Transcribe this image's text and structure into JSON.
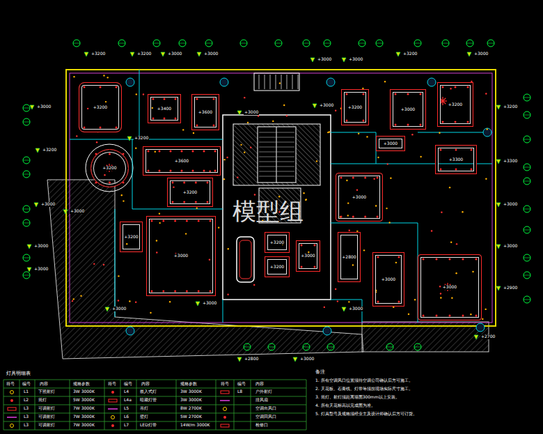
{
  "diagram": {
    "nodes": [
      {
        "text": [
          "+3200"
        ]
      },
      {
        "text": [
          "+3400"
        ]
      },
      {
        "text": [
          "+3600"
        ]
      },
      {
        "text": [
          "+3200"
        ]
      },
      {
        "text": [
          "+3000"
        ]
      },
      {
        "text": [
          "+3200"
        ]
      },
      {
        "text": [
          "+3600"
        ]
      },
      {
        "text": [
          "+3200"
        ]
      },
      {
        "text": [
          "+3000"
        ]
      },
      {
        "text": [
          "+3200"
        ]
      },
      {
        "text": [
          "+3000"
        ]
      },
      {
        "text": [
          "+3300"
        ]
      },
      {
        "text": [
          "+3000"
        ]
      },
      {
        "text": [
          "+3000"
        ]
      },
      {
        "text": [
          "+2800"
        ]
      },
      {
        "text": [
          "+3200"
        ]
      },
      {
        "text": [
          "+3200"
        ]
      },
      {
        "text": [
          "+3200"
        ]
      },
      {
        "text": [
          "+3000"
        ]
      },
      {
        "text": [
          "+3000"
        ]
      }
    ],
    "labels": [
      "+3200",
      "+3200",
      "+3000",
      "+3000",
      "+3000",
      "+3000",
      "+3200",
      "+3000",
      "+3000",
      "+3200",
      "+3000",
      "+3000",
      "+3000",
      "+3200",
      "+3300",
      "+3000",
      "+3000",
      "+2900",
      "+2700",
      "+3000",
      "+2800",
      "+3000",
      "+3000",
      "+3000",
      "+3000",
      "+3000",
      "+3000",
      "+3200",
      "模型组",
      "灯具明细表",
      "符号",
      "编号",
      "内容",
      "规格参数",
      "符号",
      "编号",
      "内容",
      "规格参数",
      "符号",
      "编号",
      "内容",
      "L1",
      "L2",
      "L3",
      "L3",
      "L3",
      "3W 3000K",
      "5W 3000K",
      "7W 3000K",
      "7W 3000K",
      "7W 3000K",
      "L4",
      "L4a",
      "L5",
      "L6",
      "L7",
      "3W 3000K",
      "3W 3000K",
      "8W 2700K",
      "5W 2700K",
      "14W/m 3000K",
      "L8",
      "备注",
      "1. 所有空调风口位置须待空调公司确认后方可施工。",
      "2. 天花板、石膏线、灯带等须按现场实际尺寸施工。",
      "3. 筒灯、射灯须距离墙面300mm以上安装。",
      "4. 所有天花标高以完成面为准。",
      "5. 灯具型号及规格须经业主及设计师确认后方可订货。"
    ],
    "legend": [
      {
        "text": "下照射灯"
      },
      {
        "text": "筒灯"
      },
      {
        "text": "可调射灯"
      },
      {
        "text": "可调射灯"
      },
      {
        "text": "可调射灯"
      },
      {
        "text": "嵌入式灯"
      },
      {
        "text": "暗藏灯管"
      },
      {
        "text": "吊灯"
      },
      {
        "text": "壁灯"
      },
      {
        "text": "LED灯带"
      },
      {
        "text": "户外射灯"
      },
      {
        "text": "排风扇"
      },
      {
        "text": "空调出风口"
      },
      {
        "text": "空调回风口"
      },
      {
        "text": "检修口"
      }
    ]
  }
}
